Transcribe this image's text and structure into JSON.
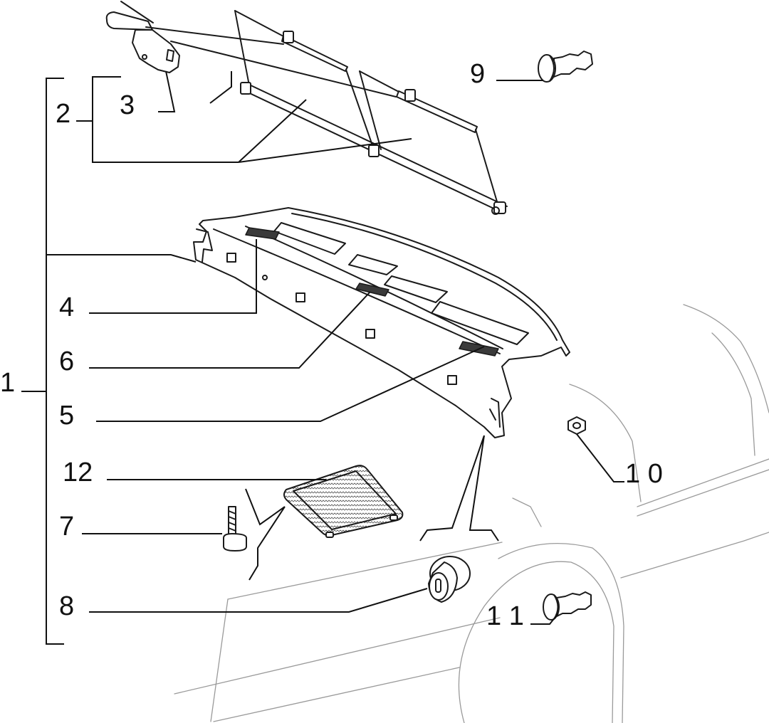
{
  "diagram": {
    "labels": {
      "part_1": "1",
      "part_2": "2",
      "part_3": "3",
      "part_4": "4",
      "part_5": "5",
      "part_6": "6",
      "part_7": "7",
      "part_8": "8",
      "part_9": "9",
      "part_10": "1 0",
      "part_11": "1 1",
      "part_12": "12"
    }
  }
}
